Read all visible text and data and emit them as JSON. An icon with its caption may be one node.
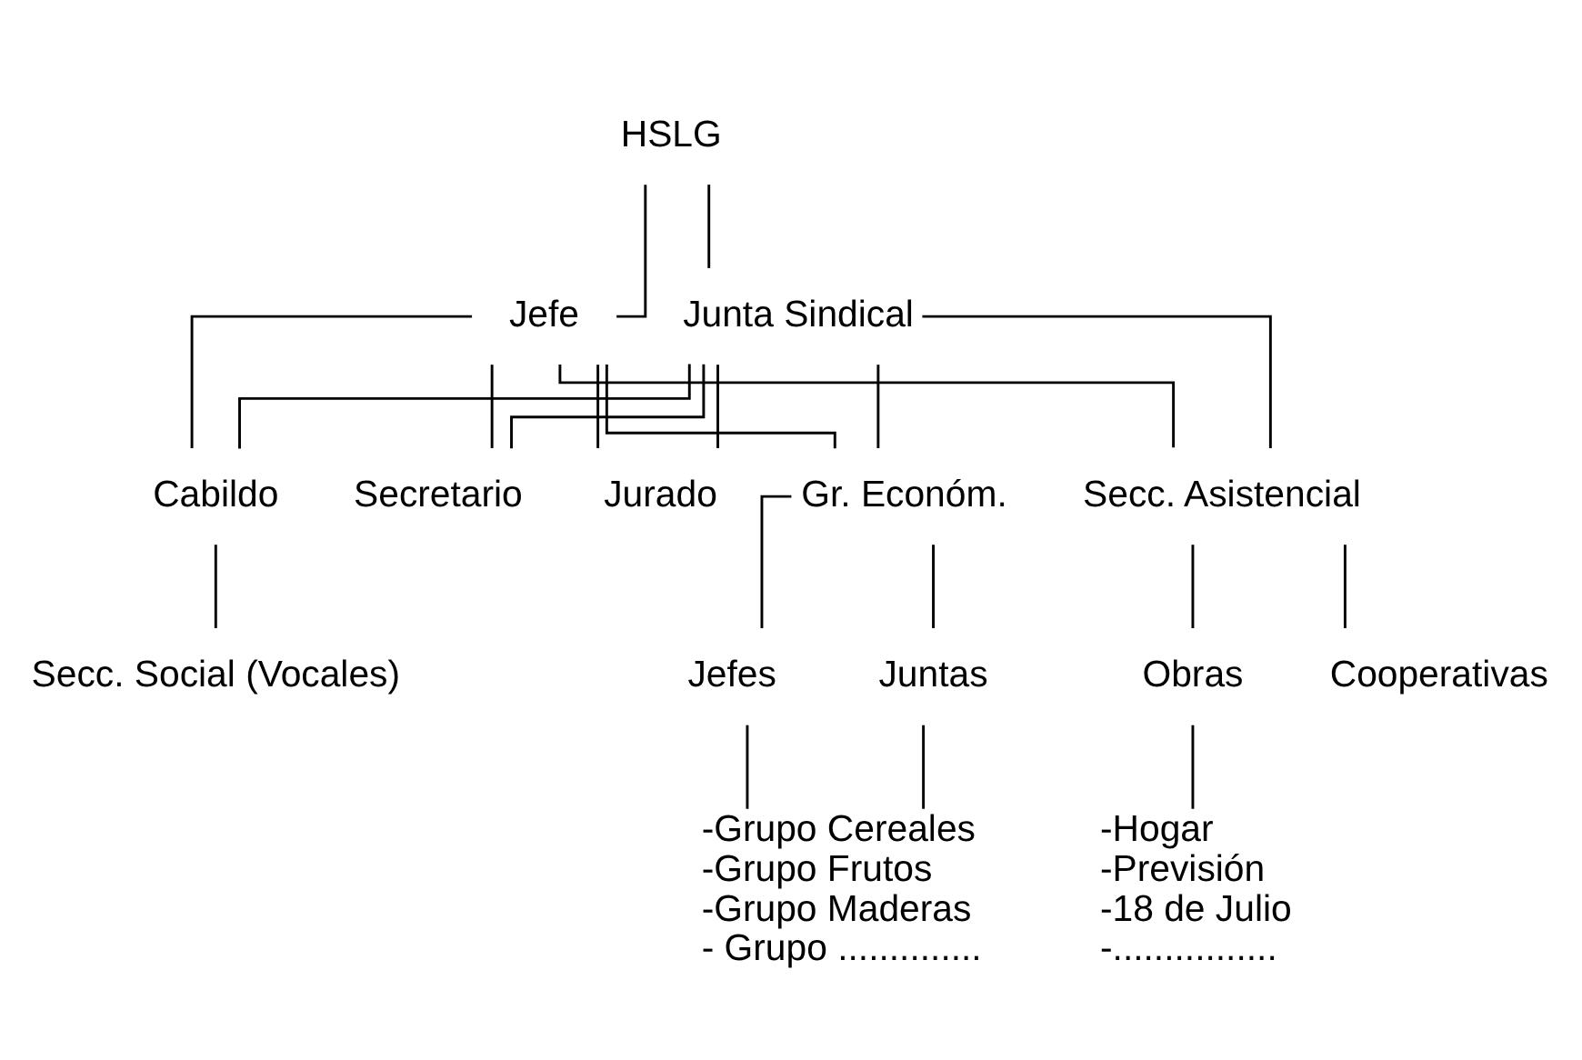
{
  "diagram": {
    "nodes": [
      {
        "text": [
          "HSLG"
        ]
      },
      {
        "text": [
          "Jefe"
        ]
      },
      {
        "text": [
          "Junta Sindical"
        ]
      },
      {
        "text": [
          "Cabildo"
        ]
      },
      {
        "text": [
          "Gr. Económ."
        ]
      },
      {
        "text": [
          "Secretario"
        ]
      },
      {
        "text": [
          "Jurado"
        ]
      },
      {
        "text": [
          "Secc. Asistencial"
        ]
      },
      {
        "text": [
          "Secc. Social (Vocales)"
        ]
      },
      {
        "text": [
          "Jefes"
        ]
      },
      {
        "text": [
          "Juntas"
        ]
      },
      {
        "text": [
          "Cooperativas"
        ]
      },
      {
        "text": [
          "Obras"
        ]
      },
      {
        "text": [
          "-Grupo Cereales",
          "-Grupo Frutos",
          "-Grupo Maderas",
          "- Grupo .............."
        ]
      },
      {
        "text": [
          "-Hogar",
          "-Previsión",
          "-18 de Julio",
          "-................"
        ]
      }
    ],
    "edges": [
      {
        "from": 0,
        "to": 1,
        "arrow": "none"
      },
      {
        "from": 0,
        "to": 2,
        "arrow": "none"
      },
      {
        "from": 1,
        "to": 3,
        "arrow": "none"
      },
      {
        "from": 1,
        "to": 4,
        "arrow": "none"
      },
      {
        "from": 1,
        "to": 5,
        "arrow": "none"
      },
      {
        "from": 1,
        "to": 6,
        "arrow": "none"
      },
      {
        "from": 1,
        "to": 7,
        "arrow": "none"
      },
      {
        "from": 2,
        "to": 3,
        "arrow": "none"
      },
      {
        "from": 2,
        "to": 4,
        "arrow": "none"
      },
      {
        "from": 2,
        "to": 5,
        "arrow": "none"
      },
      {
        "from": 2,
        "to": 6,
        "arrow": "none"
      },
      {
        "from": 2,
        "to": 7,
        "arrow": "none"
      },
      {
        "from": 3,
        "to": 8,
        "arrow": "none"
      },
      {
        "from": 4,
        "to": 9,
        "arrow": "none"
      },
      {
        "from": 4,
        "to": 10,
        "arrow": "none"
      },
      {
        "from": 7,
        "to": 11,
        "arrow": "none"
      },
      {
        "from": 7,
        "to": 12,
        "arrow": "none"
      },
      {
        "from": 9,
        "to": 13,
        "arrow": "none"
      },
      {
        "from": 10,
        "to": 13,
        "arrow": "none"
      },
      {
        "from": 12,
        "to": 14,
        "arrow": "none"
      }
    ]
  }
}
